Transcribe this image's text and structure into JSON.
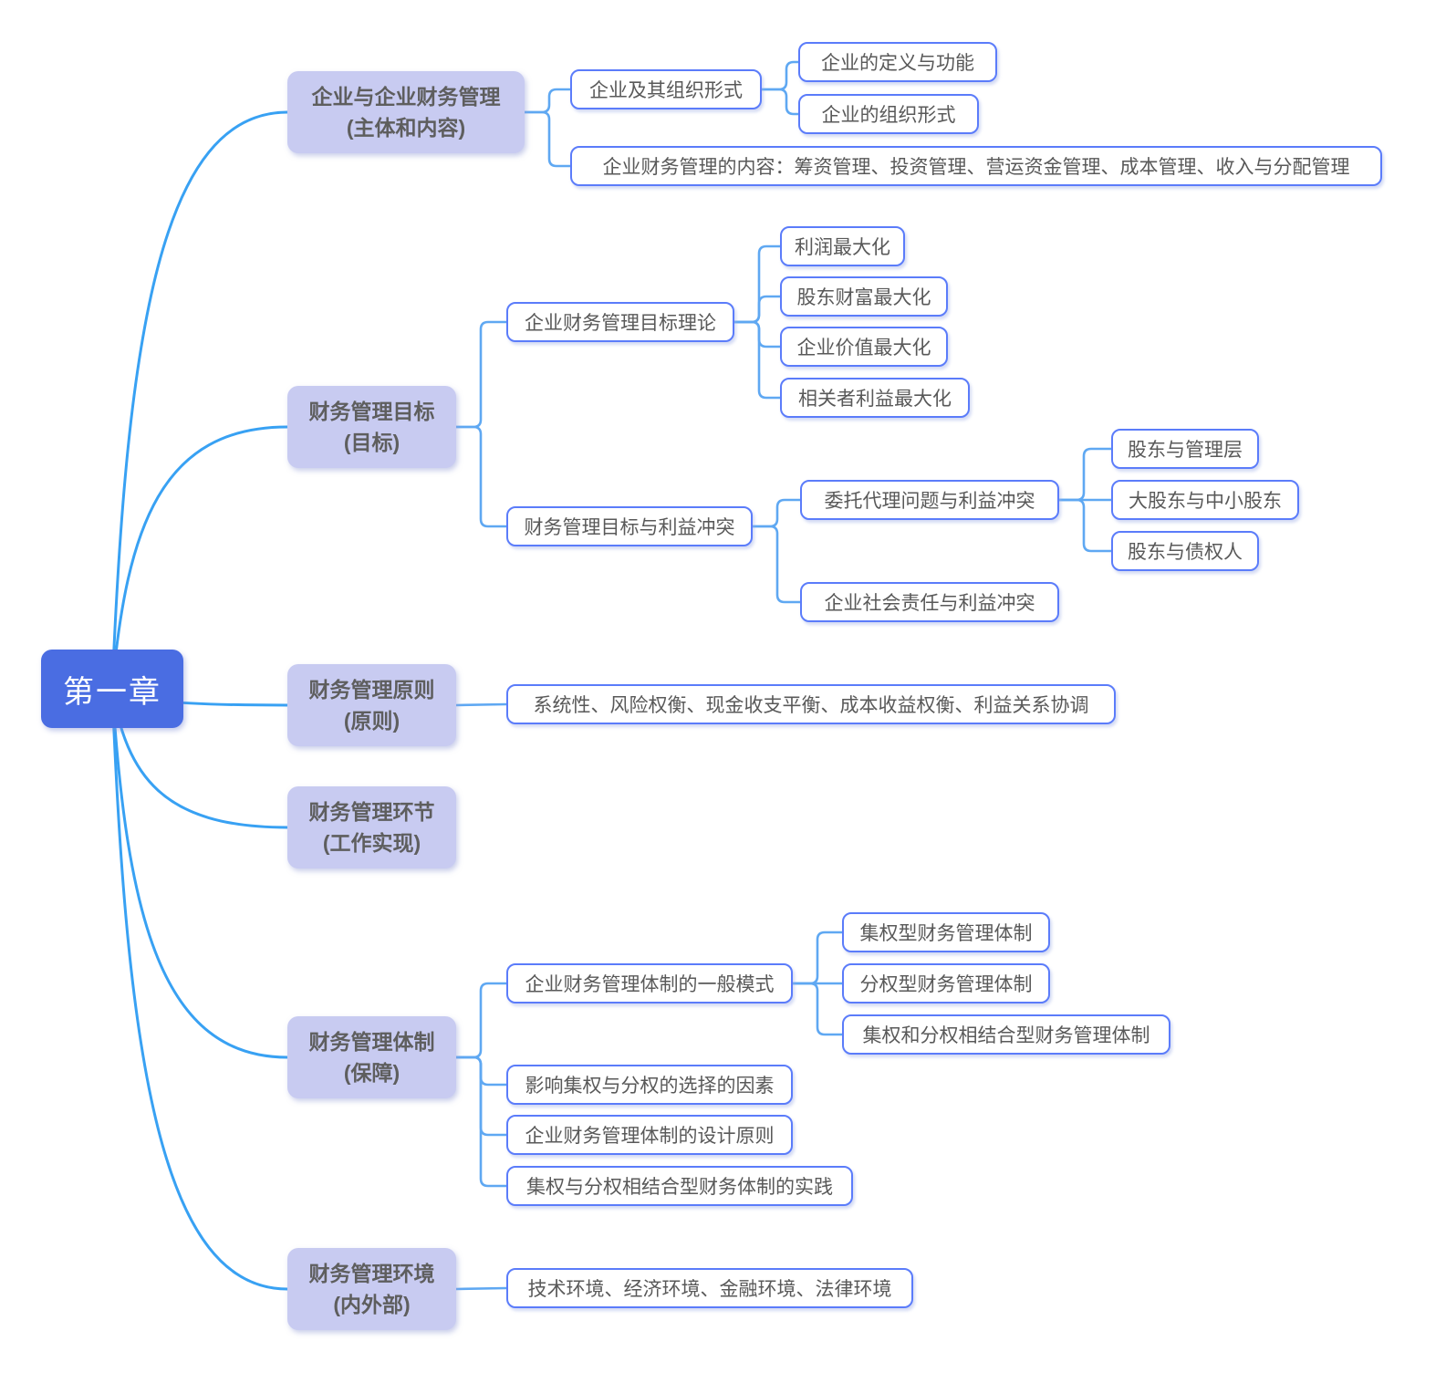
{
  "colors": {
    "root_bg": "#4a6de2",
    "root_text": "#ffffff",
    "branch_bg": "#c8cbf1",
    "branch_text": "#5e5e5e",
    "leaf_bg": "#ffffff",
    "leaf_border": "#5b7cfa",
    "leaf_text": "#595959",
    "curve_line": "#38a1f3",
    "elbow_line": "#5fa8f2"
  },
  "tree": {
    "label": "第一章",
    "children": [
      {
        "label": "企业与企业财务管理",
        "label2": "(主体和内容)",
        "children": [
          {
            "label": "企业及其组织形式",
            "children": [
              {
                "label": "企业的定义与功能"
              },
              {
                "label": "企业的组织形式"
              }
            ]
          },
          {
            "label": "企业财务管理的内容：筹资管理、投资管理、营运资金管理、成本管理、收入与分配管理"
          }
        ]
      },
      {
        "label": "财务管理目标",
        "label2": "(目标)",
        "children": [
          {
            "label": "企业财务管理目标理论",
            "children": [
              {
                "label": "利润最大化"
              },
              {
                "label": "股东财富最大化"
              },
              {
                "label": "企业价值最大化"
              },
              {
                "label": "相关者利益最大化"
              }
            ]
          },
          {
            "label": "财务管理目标与利益冲突",
            "children": [
              {
                "label": "委托代理问题与利益冲突",
                "children": [
                  {
                    "label": "股东与管理层"
                  },
                  {
                    "label": "大股东与中小股东"
                  },
                  {
                    "label": "股东与债权人"
                  }
                ]
              },
              {
                "label": "企业社会责任与利益冲突"
              }
            ]
          }
        ]
      },
      {
        "label": "财务管理原则",
        "label2": "(原则)",
        "children": [
          {
            "label": "系统性、风险权衡、现金收支平衡、成本收益权衡、利益关系协调"
          }
        ]
      },
      {
        "label": "财务管理环节",
        "label2": "(工作实现)",
        "children": []
      },
      {
        "label": "财务管理体制",
        "label2": "(保障)",
        "children": [
          {
            "label": "企业财务管理体制的一般模式",
            "children": [
              {
                "label": "集权型财务管理体制"
              },
              {
                "label": "分权型财务管理体制"
              },
              {
                "label": "集权和分权相结合型财务管理体制"
              }
            ]
          },
          {
            "label": "影响集权与分权的选择的因素"
          },
          {
            "label": "企业财务管理体制的设计原则"
          },
          {
            "label": "集权与分权相结合型财务体制的实践"
          }
        ]
      },
      {
        "label": "财务管理环境",
        "label2": "(内外部)",
        "children": [
          {
            "label": "技术环境、经济环境、金融环境、法律环境"
          }
        ]
      }
    ]
  }
}
